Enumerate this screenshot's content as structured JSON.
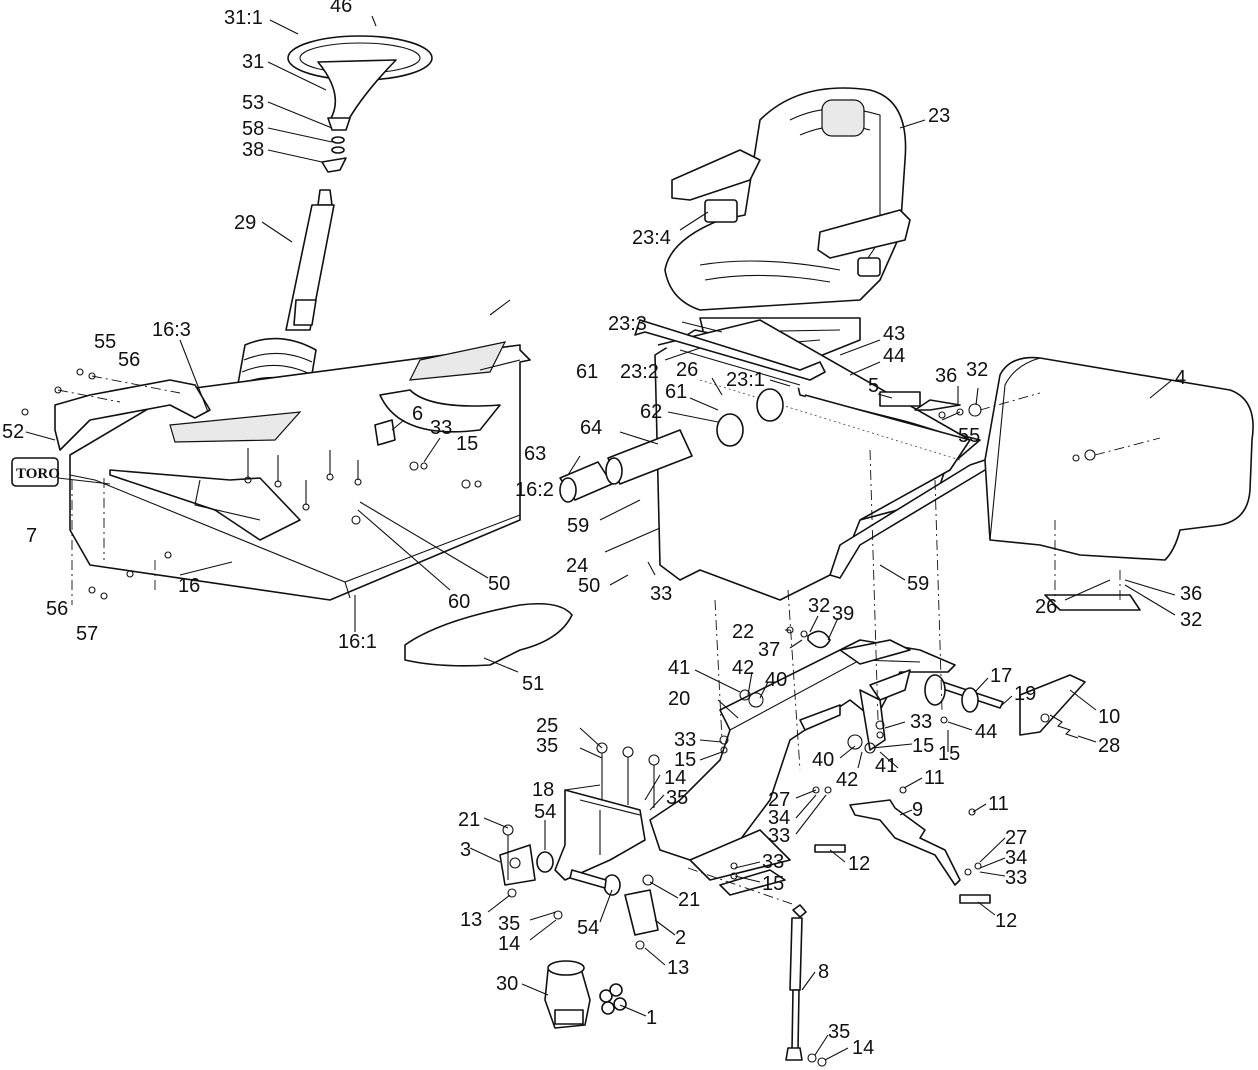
{
  "logo_text": "TORO",
  "callouts": [
    {
      "id": "c-46",
      "text": "46"
    },
    {
      "id": "c-31-1",
      "text": "31:1"
    },
    {
      "id": "c-31",
      "text": "31"
    },
    {
      "id": "c-53",
      "text": "53"
    },
    {
      "id": "c-58",
      "text": "58"
    },
    {
      "id": "c-38",
      "text": "38"
    },
    {
      "id": "c-29",
      "text": "29"
    },
    {
      "id": "c-55a",
      "text": "55"
    },
    {
      "id": "c-56a",
      "text": "56"
    },
    {
      "id": "c-16-3",
      "text": "16:3"
    },
    {
      "id": "c-52",
      "text": "52"
    },
    {
      "id": "c-6",
      "text": "6"
    },
    {
      "id": "c-33a",
      "text": "33"
    },
    {
      "id": "c-15a",
      "text": "15"
    },
    {
      "id": "c-16-2",
      "text": "16:2"
    },
    {
      "id": "c-7",
      "text": "7"
    },
    {
      "id": "c-50a",
      "text": "50"
    },
    {
      "id": "c-60",
      "text": "60"
    },
    {
      "id": "c-16",
      "text": "16"
    },
    {
      "id": "c-56b",
      "text": "56"
    },
    {
      "id": "c-57",
      "text": "57"
    },
    {
      "id": "c-16-1",
      "text": "16:1"
    },
    {
      "id": "c-51",
      "text": "51"
    },
    {
      "id": "c-23",
      "text": "23"
    },
    {
      "id": "c-23-4",
      "text": "23:4"
    },
    {
      "id": "c-23-3",
      "text": "23:3"
    },
    {
      "id": "c-43",
      "text": "43"
    },
    {
      "id": "c-44a",
      "text": "44"
    },
    {
      "id": "c-61a",
      "text": "61"
    },
    {
      "id": "c-23-2",
      "text": "23:2"
    },
    {
      "id": "c-26a",
      "text": "26"
    },
    {
      "id": "c-23-1",
      "text": "23:1"
    },
    {
      "id": "c-61b",
      "text": "61"
    },
    {
      "id": "c-5",
      "text": "5"
    },
    {
      "id": "c-36a",
      "text": "36"
    },
    {
      "id": "c-32a",
      "text": "32"
    },
    {
      "id": "c-4",
      "text": "4"
    },
    {
      "id": "c-62",
      "text": "62"
    },
    {
      "id": "c-55b",
      "text": "55"
    },
    {
      "id": "c-64",
      "text": "64"
    },
    {
      "id": "c-63",
      "text": "63"
    },
    {
      "id": "c-59a",
      "text": "59"
    },
    {
      "id": "c-24",
      "text": "24"
    },
    {
      "id": "c-59b",
      "text": "59"
    },
    {
      "id": "c-50b",
      "text": "50"
    },
    {
      "id": "c-33b",
      "text": "33"
    },
    {
      "id": "c-26b",
      "text": "26"
    },
    {
      "id": "c-36b",
      "text": "36"
    },
    {
      "id": "c-32b",
      "text": "32"
    },
    {
      "id": "c-22",
      "text": "22"
    },
    {
      "id": "c-32c",
      "text": "32"
    },
    {
      "id": "c-39",
      "text": "39"
    },
    {
      "id": "c-37",
      "text": "37"
    },
    {
      "id": "c-41a",
      "text": "41"
    },
    {
      "id": "c-42a",
      "text": "42"
    },
    {
      "id": "c-40a",
      "text": "40"
    },
    {
      "id": "c-17",
      "text": "17"
    },
    {
      "id": "c-19",
      "text": "19"
    },
    {
      "id": "c-10",
      "text": "10"
    },
    {
      "id": "c-20",
      "text": "20"
    },
    {
      "id": "c-28",
      "text": "28"
    },
    {
      "id": "c-33c",
      "text": "33"
    },
    {
      "id": "c-44b",
      "text": "44"
    },
    {
      "id": "c-15b",
      "text": "15"
    },
    {
      "id": "c-25",
      "text": "25"
    },
    {
      "id": "c-33d",
      "text": "33"
    },
    {
      "id": "c-15c",
      "text": "15"
    },
    {
      "id": "c-35a",
      "text": "35"
    },
    {
      "id": "c-15d",
      "text": "15"
    },
    {
      "id": "c-40b",
      "text": "40"
    },
    {
      "id": "c-42b",
      "text": "42"
    },
    {
      "id": "c-41b",
      "text": "41"
    },
    {
      "id": "c-14a",
      "text": "14"
    },
    {
      "id": "c-11a",
      "text": "11"
    },
    {
      "id": "c-18",
      "text": "18"
    },
    {
      "id": "c-35b",
      "text": "35"
    },
    {
      "id": "c-27a",
      "text": "27"
    },
    {
      "id": "c-9",
      "text": "9"
    },
    {
      "id": "c-11b",
      "text": "11"
    },
    {
      "id": "c-54a",
      "text": "54"
    },
    {
      "id": "c-34a",
      "text": "34"
    },
    {
      "id": "c-21a",
      "text": "21"
    },
    {
      "id": "c-33e",
      "text": "33"
    },
    {
      "id": "c-27b",
      "text": "27"
    },
    {
      "id": "c-3",
      "text": "3"
    },
    {
      "id": "c-33f",
      "text": "33"
    },
    {
      "id": "c-12a",
      "text": "12"
    },
    {
      "id": "c-34b",
      "text": "34"
    },
    {
      "id": "c-15e",
      "text": "15"
    },
    {
      "id": "c-33g",
      "text": "33"
    },
    {
      "id": "c-21b",
      "text": "21"
    },
    {
      "id": "c-13a",
      "text": "13"
    },
    {
      "id": "c-35c",
      "text": "35"
    },
    {
      "id": "c-12b",
      "text": "12"
    },
    {
      "id": "c-54b",
      "text": "54"
    },
    {
      "id": "c-2",
      "text": "2"
    },
    {
      "id": "c-14b",
      "text": "14"
    },
    {
      "id": "c-13b",
      "text": "13"
    },
    {
      "id": "c-8",
      "text": "8"
    },
    {
      "id": "c-30",
      "text": "30"
    },
    {
      "id": "c-1",
      "text": "1"
    },
    {
      "id": "c-35d",
      "text": "35"
    },
    {
      "id": "c-14c",
      "text": "14"
    }
  ]
}
